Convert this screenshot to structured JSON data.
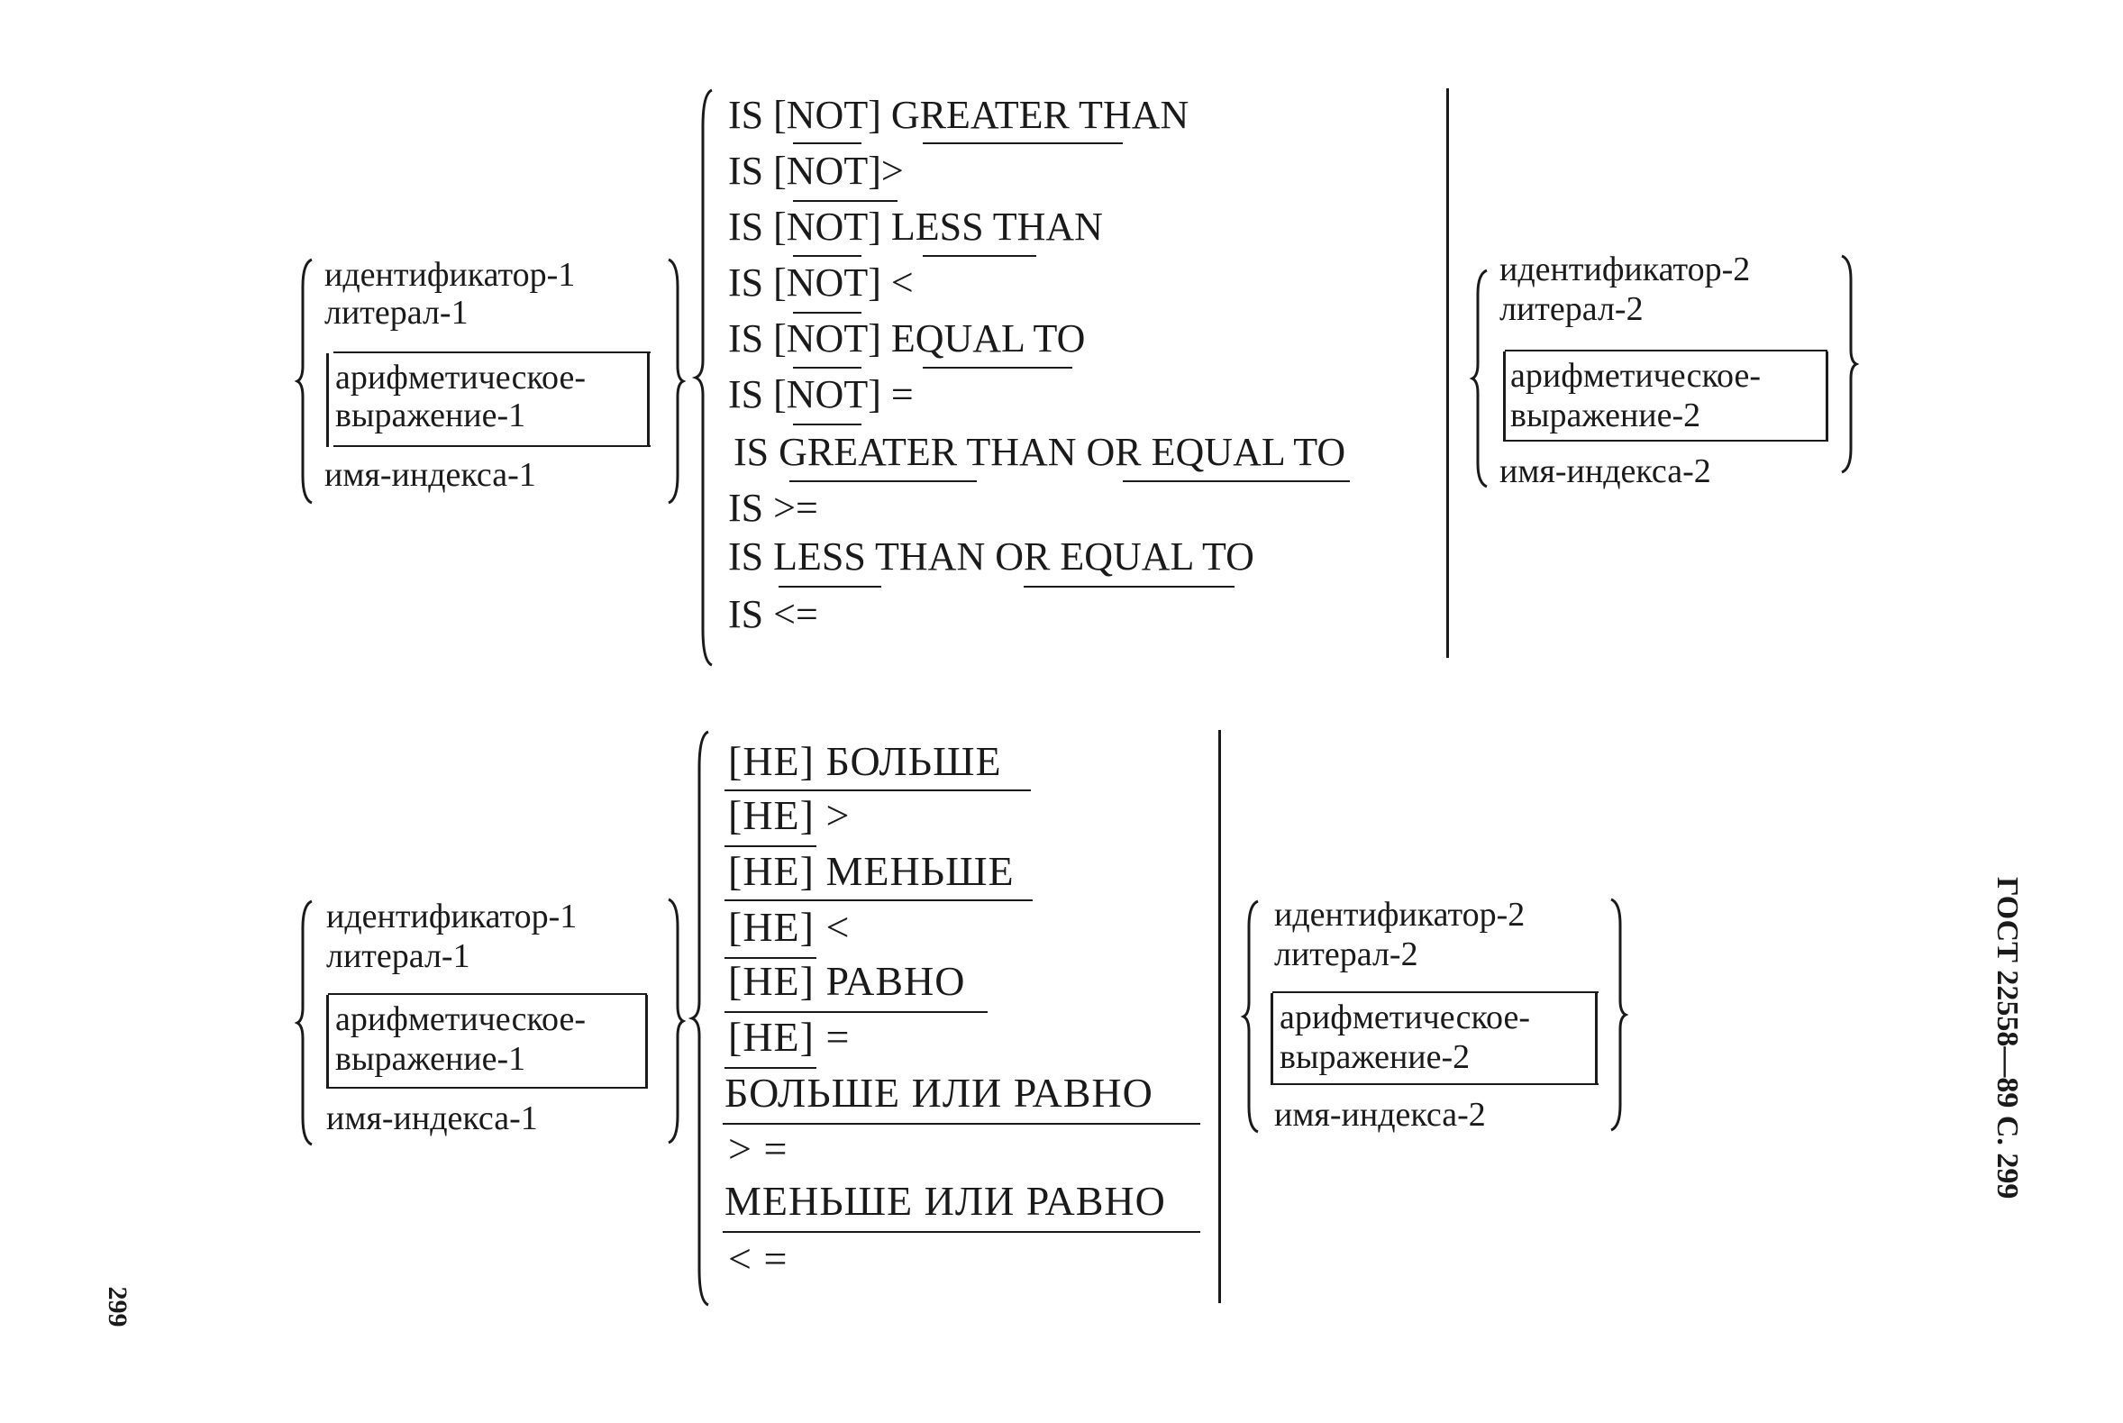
{
  "top_block": {
    "left_operands": {
      "item1": "идентификатор-1",
      "item2": "литерал-1",
      "box_line1": "арифметическое-",
      "box_line2": "выражение-1",
      "item4": "имя-индекса-1"
    },
    "relations": [
      "IS [NOT] GREATER THAN",
      "IS [NOT]>",
      "IS [NOT] LESS THAN",
      "IS [NOT] <",
      "IS [NOT] EQUAL TO",
      "IS [NOT] =",
      "IS GREATER THAN OR EQUAL TO",
      "IS >=",
      "IS LESS THAN OR EQUAL TO",
      "IS <="
    ],
    "right_operands": {
      "item1": "идентификатор-2",
      "item2": "литерал-2",
      "box_line1": "арифметическое-",
      "box_line2": "выражение-2",
      "item4": "имя-индекса-2"
    }
  },
  "bottom_block": {
    "left_operands": {
      "item1": "идентификатор-1",
      "item2": "литерал-1",
      "box_line1": "арифметическое-",
      "box_line2": "выражение-1",
      "item4": "имя-индекса-1"
    },
    "relations": [
      "[НЕ] БОЛЬШЕ",
      "[НЕ] >",
      "[НЕ] МЕНЬШЕ",
      "[НЕ] <",
      "[НЕ] РАВНО",
      "[НЕ] =",
      "БОЛЬШЕ ИЛИ РАВНО",
      "> =",
      "МЕНЬШЕ ИЛИ РАВНО",
      "< ="
    ],
    "right_operands": {
      "item1": "идентификатор-2",
      "item2": "литерал-2",
      "box_line1": "арифметическое-",
      "box_line2": "выражение-2",
      "item4": "имя-индекса-2"
    }
  },
  "page_header": "ГОСТ 22558—89 С. 299",
  "page_number": "299"
}
